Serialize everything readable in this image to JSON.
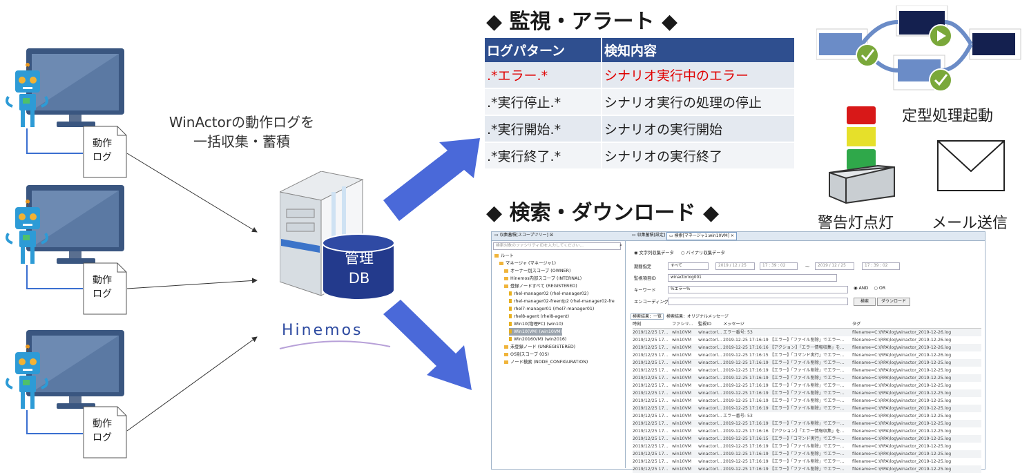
{
  "left": {
    "caption_line1": "WinActorの動作ログを",
    "caption_line2": "一括収集・蓄積",
    "log_docs": [
      {
        "line1": "動作",
        "line2": "ログ"
      },
      {
        "line1": "動作",
        "line2": "ログ"
      },
      {
        "line1": "動作",
        "line2": "ログ"
      }
    ],
    "db_label_line1": "管理",
    "db_label_line2": "DB",
    "hinemos_logo": "Hinemos"
  },
  "alert_section": {
    "title": "◆ 監視・アラート ◆",
    "headers": [
      "ログパターン",
      "検知内容"
    ],
    "rows": [
      {
        "pattern": ".*エラー.*",
        "detection": "シナリオ実行中のエラー",
        "highlight": true
      },
      {
        "pattern": ".*実行停止.*",
        "detection": "シナリオ実行の処理の停止",
        "highlight": false
      },
      {
        "pattern": ".*実行開始.*",
        "detection": "シナリオの実行開始",
        "highlight": false
      },
      {
        "pattern": ".*実行終了.*",
        "detection": "シナリオの実行終了",
        "highlight": false
      }
    ]
  },
  "actions": {
    "job_label": "定型処理起動",
    "lamp_label": "警告灯点灯",
    "mail_label": "メール送信"
  },
  "search_section": {
    "title": "◆ 検索・ダウンロード ◆"
  },
  "colors": {
    "arrow": "#4a69d9",
    "header": "#2f4f8f",
    "error_text": "#e00000",
    "db": "#233a8c",
    "check_green": "#7aa83a",
    "job_box_dark": "#14204f",
    "job_box_light": "#6b8cc7"
  },
  "screenshot": {
    "left_tab": "収集蓄積[スコープツリー] ☒",
    "center_tab": "収集蓄積[設定]",
    "active_tab": "検索[マネージャ1:win10VM]",
    "filter_placeholder": "検索対象のファシリティIDを入力してください...",
    "tree": [
      {
        "indent": 0,
        "label": "ルート"
      },
      {
        "indent": 1,
        "label": "マネージャ (マネージャ1)"
      },
      {
        "indent": 2,
        "label": "オーナー別スコープ (OWNER)"
      },
      {
        "indent": 2,
        "label": "Hinemos内部スコープ (INTERNAL)"
      },
      {
        "indent": 2,
        "label": "登録ノードすべて (REGISTERED)"
      },
      {
        "indent": 3,
        "label": "rhel-manager02 (rhel-manager02)"
      },
      {
        "indent": 3,
        "label": "rhel-manager02-freerdp2 (rhel-manager02-fre"
      },
      {
        "indent": 3,
        "label": "rhel7-manager01 (rhel7-manager01)"
      },
      {
        "indent": 3,
        "label": "rhel8-agent (rhel8-agent)"
      },
      {
        "indent": 3,
        "label": "Win10(物理PC) (win10)"
      },
      {
        "indent": 3,
        "label": "Win10(VM) (win10VM)",
        "selected": true
      },
      {
        "indent": 3,
        "label": "Win2016(VM) (win2016)"
      },
      {
        "indent": 2,
        "label": "未登録ノード (UNREGISTERED)"
      },
      {
        "indent": 2,
        "label": "OS別スコープ (OS)"
      },
      {
        "indent": 2,
        "label": "ノード検索 (NODE_CONFIGURATION)"
      }
    ],
    "radio_string": "文字列収集データ",
    "radio_binary": "バイナリ収集データ",
    "period_label": "期間指定",
    "period_select": "すべて",
    "date_from": "2019 / 12 / 25",
    "time_from": "17 : 39 : 02",
    "tilde": "～",
    "date_to": "2019 / 12 / 25",
    "time_to": "17 : 39 : 02",
    "item_label": "監視項目ID",
    "item_value": "winactorlog001",
    "keyword_label": "キーワード",
    "keyword_value": "%エラー%",
    "and_label": "AND",
    "or_label": "OR",
    "encoding_label": "エンコーディング",
    "search_btn": "検索",
    "download_btn": "ダウンロード",
    "result_tab1": "検索結果：一覧",
    "result_tab2": "検索結果：オリジナルメッセージ",
    "columns": [
      "時刻",
      "ファシリ...",
      "監視ID",
      "メッセージ",
      "タグ"
    ],
    "rows": [
      [
        "2019/12/25 17...",
        "win10VM",
        "winactorl...",
        "エラー番号: 53",
        "filename=C:\\RPA\\log\\winactor_2019-12-26.log"
      ],
      [
        "2019/12/25 17...",
        "win10VM",
        "winactorl...",
        "2019-12-25 17:16:19 【エラー】「ファイル削除」でエラー...",
        "filename=C:\\RPA\\log\\winactor_2019-12-26.log"
      ],
      [
        "2019/12/25 17...",
        "win10VM",
        "winactorl...",
        "2019-12-25 17:16:16 【アクション】「エラー情報収集」を...",
        "filename=C:\\RPA\\log\\winactor_2019-12-26.log"
      ],
      [
        "2019/12/25 17...",
        "win10VM",
        "winactorl...",
        "2019-12-25 17:16:15 【エラー】「コマンド実行」でエラー...",
        "filename=C:\\RPA\\log\\winactor_2019-12-26.log"
      ],
      [
        "2019/12/25 17...",
        "win10VM",
        "winactorl...",
        "2019-12-25 17:16:19 【エラー】「ファイル削除」でエラー...",
        "filename=C:\\RPA\\log\\winactor_2019-12-25.log"
      ],
      [
        "2019/12/25 17...",
        "win10VM",
        "winactorl...",
        "2019-12-25 17:16:19 【エラー】「ファイル削除」でエラー...",
        "filename=C:\\RPA\\log\\winactor_2019-12-25.log"
      ],
      [
        "2019/12/25 17...",
        "win10VM",
        "winactorl...",
        "2019-12-25 17:16:19 【エラー】「ファイル削除」でエラー...",
        "filename=C:\\RPA\\log\\winactor_2019-12-25.log"
      ],
      [
        "2019/12/25 17...",
        "win10VM",
        "winactorl...",
        "2019-12-25 17:16:19 【エラー】「ファイル削除」でエラー...",
        "filename=C:\\RPA\\log\\winactor_2019-12-25.log"
      ],
      [
        "2019/12/25 17...",
        "win10VM",
        "winactorl...",
        "2019-12-25 17:16:19 【エラー】「ファイル削除」でエラー...",
        "filename=C:\\RPA\\log\\winactor_2019-12-25.log"
      ],
      [
        "2019/12/25 17...",
        "win10VM",
        "winactorl...",
        "2019-12-25 17:16:19 【エラー】「ファイル削除」でエラー...",
        "filename=C:\\RPA\\log\\winactor_2019-12-25.log"
      ],
      [
        "2019/12/25 17...",
        "win10VM",
        "winactorl...",
        "2019-12-25 17:16:19 【エラー】「ファイル削除」でエラー...",
        "filename=C:\\RPA\\log\\winactor_2019-12-25.log"
      ],
      [
        "2019/12/25 17...",
        "win10VM",
        "winactorl...",
        "エラー番号: 53",
        "filename=C:\\RPA\\log\\winactor_2019-12-25.log"
      ],
      [
        "2019/12/25 17...",
        "win10VM",
        "winactorl...",
        "2019-12-25 17:16:19 【エラー】「ファイル削除」でエラー...",
        "filename=C:\\RPA\\log\\winactor_2019-12-25.log"
      ],
      [
        "2019/12/25 17...",
        "win10VM",
        "winactorl...",
        "2019-12-25 17:16:16 【アクション】「エラー情報収集」を...",
        "filename=C:\\RPA\\log\\winactor_2019-12-25.log"
      ],
      [
        "2019/12/25 17...",
        "win10VM",
        "winactorl...",
        "2019-12-25 17:16:15 【エラー】「コマンド実行」でエラー...",
        "filename=C:\\RPA\\log\\winactor_2019-12-25.log"
      ],
      [
        "2019/12/25 17...",
        "win10VM",
        "winactorl...",
        "2019-12-25 17:16:19 【エラー】「ファイル削除」でエラー...",
        "filename=C:\\RPA\\log\\winactor_2019-12-25.log"
      ],
      [
        "2019/12/25 17...",
        "win10VM",
        "winactorl...",
        "2019-12-25 17:16:19 【エラー】「ファイル削除」でエラー...",
        "filename=C:\\RPA\\log\\winactor_2019-12-25.log"
      ],
      [
        "2019/12/25 17...",
        "win10VM",
        "winactorl...",
        "2019-12-25 17:16:19 【エラー】「ファイル削除」でエラー...",
        "filename=C:\\RPA\\log\\winactor_2019-12-25.log"
      ],
      [
        "2019/12/25 17...",
        "win10VM",
        "winactorl...",
        "2019-12-25 17:16:19 【エラー】「ファイル削除」でエラー...",
        "filename=C:\\RPA\\log\\winactor_2019-12-25.log"
      ]
    ]
  }
}
